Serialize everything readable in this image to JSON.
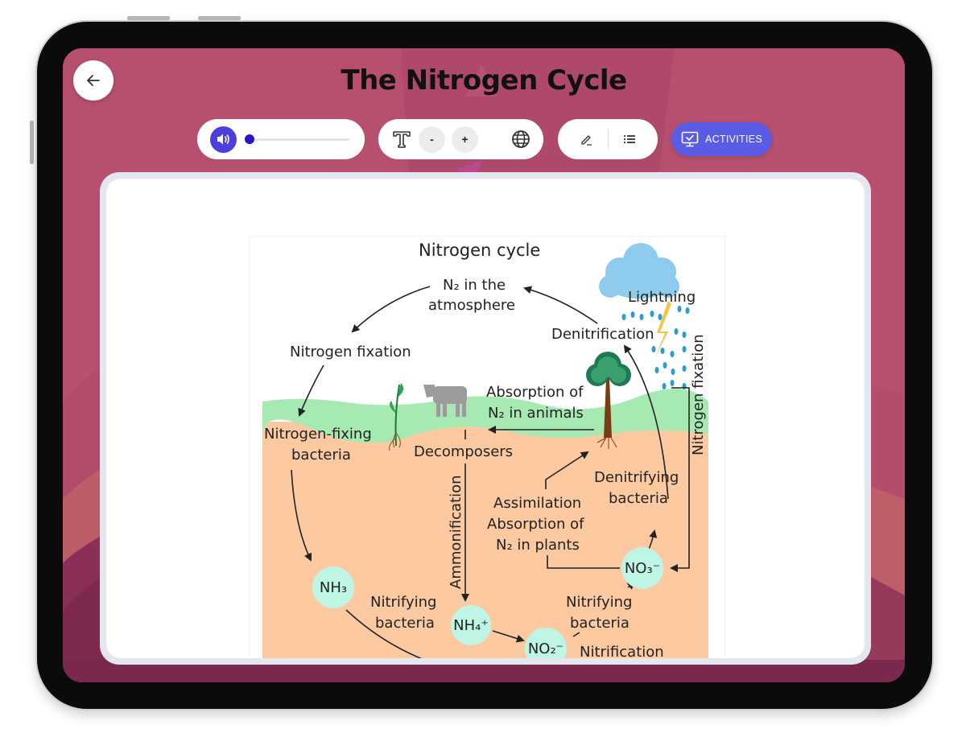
{
  "header": {
    "title": "The Nitrogen Cycle",
    "back_icon": "arrow-left-icon"
  },
  "toolbar": {
    "audio": {
      "icon": "speaker-icon",
      "progress_percent": 0
    },
    "text_size": {
      "icon": "text-size-icon",
      "decrease_label": "-",
      "increase_label": "+"
    },
    "language_icon": "globe-icon",
    "annotate_icon": "pencil-icon",
    "list_icon": "list-icon",
    "activities": {
      "label": "ACTIVITIES",
      "icon": "monitor-check-icon"
    }
  },
  "colors": {
    "background": "#b7506f",
    "accent": "#5b5ce6",
    "speaker_button": "#4b3fe0",
    "slider_thumb": "#2a14c9",
    "soil": "#fcc9a0",
    "grass": "#a6e9b3",
    "node": "#bff5e4",
    "cloud": "#8ecbec",
    "lightning": "#f4c445"
  },
  "diagram": {
    "title": "Nitrogen cycle",
    "labels": {
      "n2_atmosphere_line1": "N₂ in the",
      "n2_atmosphere_line2": "atmosphere",
      "nitrogen_fixation": "Nitrogen fixation",
      "lightning": "Lightning",
      "denitrification": "Denitrification",
      "nitrogen_fixation_vertical": "Nitrogen fixation",
      "absorption_animals_line1": "Absorption of",
      "absorption_animals_line2": "N₂ in animals",
      "nitrogen_fixing_bacteria_line1": "Nitrogen-fixing",
      "nitrogen_fixing_bacteria_line2": "bacteria",
      "decomposers": "Decomposers",
      "ammonification": "Ammonification",
      "assimilation": "Assimilation",
      "absorption_plants_line1": "Absorption of",
      "absorption_plants_line2": "N₂ in plants",
      "denitrifying_bacteria_line1": "Denitrifying",
      "denitrifying_bacteria_line2": "bacteria",
      "nitrifying_bacteria_1_line1": "Nitrifying",
      "nitrifying_bacteria_1_line2": "bacteria",
      "nitrifying_bacteria_2_line1": "Nitrifying",
      "nitrifying_bacteria_2_line2": "bacteria",
      "nitrification": "Nitrification"
    },
    "nodes": {
      "nh3": "NH₃",
      "nh4": "NH₄⁺",
      "no2": "NO₂⁻",
      "no3": "NO₃⁻"
    }
  }
}
